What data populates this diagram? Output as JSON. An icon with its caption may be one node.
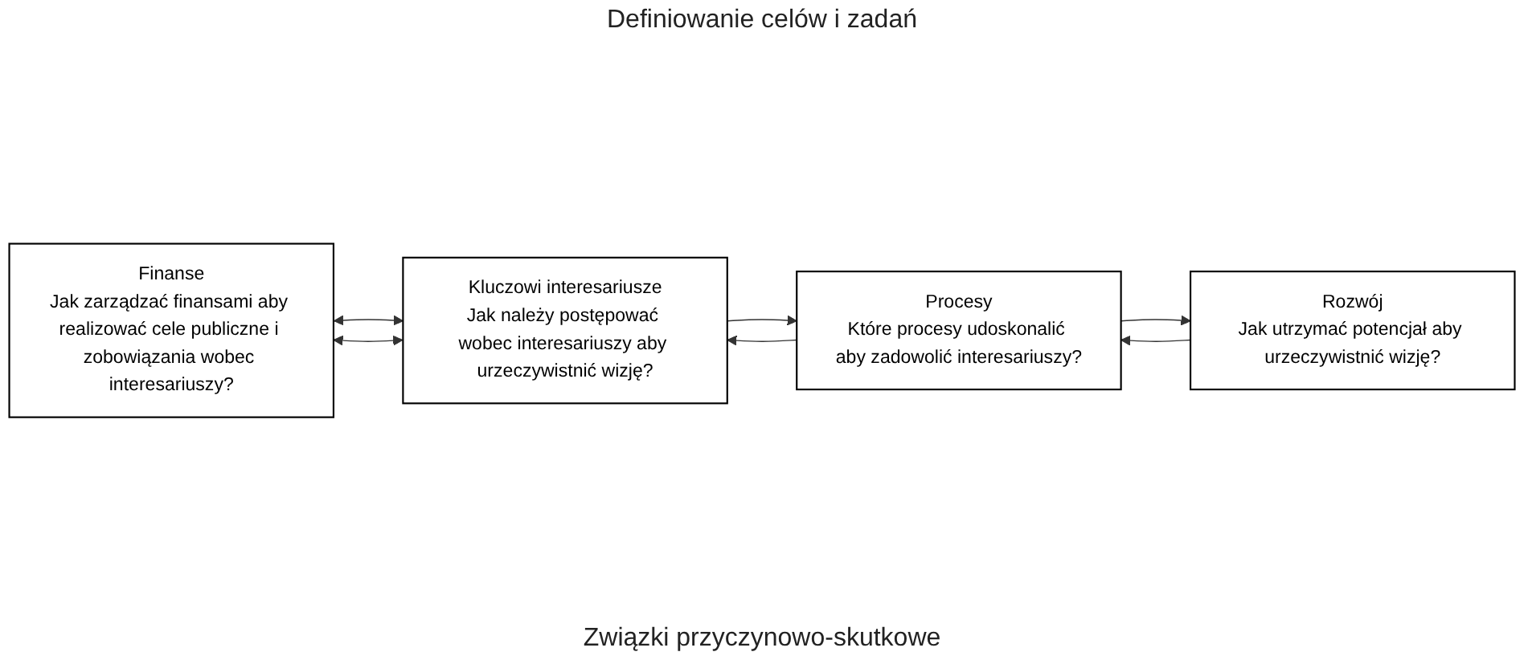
{
  "diagram": {
    "nodes": [
      {
        "text": [
          "Finanse",
          "Jak zarządzać finansami aby realizować cele publiczne i zobowiązania wobec interesariuszy?"
        ]
      },
      {
        "text": [
          "Kluczowi interesariusze",
          "Jak należy postępować wobec interesariuszy aby urzeczywistnić wizję?"
        ]
      },
      {
        "text": [
          "Procesy",
          "Które procesy udoskonalić aby zadowolić interesariuszy?"
        ]
      },
      {
        "text": [
          "Rozwój",
          "Jak utrzymać potencjał aby urzeczywistnić wizję?"
        ]
      }
    ],
    "edges": [
      {
        "from": 1,
        "to": 0,
        "arrow": "both"
      },
      {
        "from": 1,
        "to": 2,
        "arrow": "to"
      },
      {
        "from": 2,
        "to": 3,
        "arrow": "to"
      },
      {
        "from": 0,
        "to": 1,
        "arrow": "both"
      },
      {
        "from": 2,
        "to": 1,
        "arrow": "to"
      },
      {
        "from": 3,
        "to": 2,
        "arrow": "to"
      }
    ],
    "labels": [
      "Definiowanie celów i zadań",
      "Związki przyczynowo-skutkowe"
    ]
  }
}
